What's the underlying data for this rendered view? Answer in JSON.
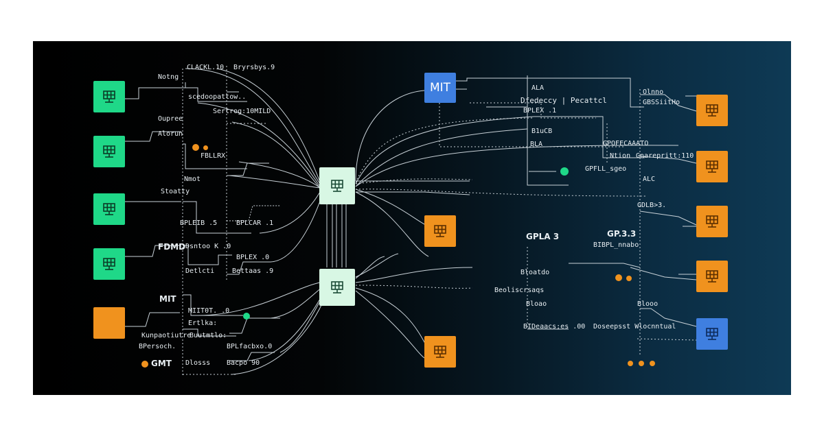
{
  "colors": {
    "green": "#1fd888",
    "orange": "#f0921e",
    "blue": "#3f7fe0",
    "hub": "#d8f7e4",
    "wire": "#c9d2d8"
  },
  "icons": {
    "node": "solar-panel-icon"
  },
  "hub_title": "MIT",
  "labels": {
    "l01": "CLACKL.10",
    "l02": "Bryrsbys.9",
    "l03": "Notng",
    "l04": "scedoopattow..",
    "l05": "Sertrog:10MILD",
    "l06": "Oupree",
    "l07": "Alorun",
    "l08": "FBLLRX",
    "l09": "Nmot",
    "l10": "Stoatty",
    "l11": "BPLEIB .5",
    "l12": "BPLCAR .1",
    "l13": "FDMD",
    "l14": "Dsntoo K .0",
    "l15": "BPLEX .0",
    "l16": "Detlcti",
    "l17": "Bettaas .9",
    "l18": "MIT",
    "l19": "MIIT0T. .0",
    "l20": "Ertlka:",
    "l21": "Kunpaotiutre",
    "l22": "Buutmtlo:",
    "l23": "BPersoch.",
    "l24": "BPLfacbxo.0",
    "l25": "GMT",
    "l26": "Dlosss",
    "l27": "Bacpo 90",
    "r01": "ALA",
    "r02": "Dfedeccy | Pecattcl",
    "r03": "Olnno",
    "r04": "GBSSiitHo",
    "r05": "BPLEX .1",
    "r06": "B1uCB",
    "r07": "BLA",
    "r08": "GPOFECAAATO",
    "r09": "Ntion",
    "r10": "Gnarepritt:110",
    "r11": "GPFLL_sgeo",
    "r12": "ALC",
    "r13": "GDLB>3.",
    "r14": "GPLA 3",
    "r15": "GP.3.3",
    "r16": "BIBPL_nnabo",
    "r17": "Bloatdo",
    "r18": "Beoliscrsaqs",
    "r19": "Bloao",
    "r20": "Blooo",
    "r21": "BIDeaacs;es .00",
    "r22": "Doseepsst Wlocnntual"
  }
}
